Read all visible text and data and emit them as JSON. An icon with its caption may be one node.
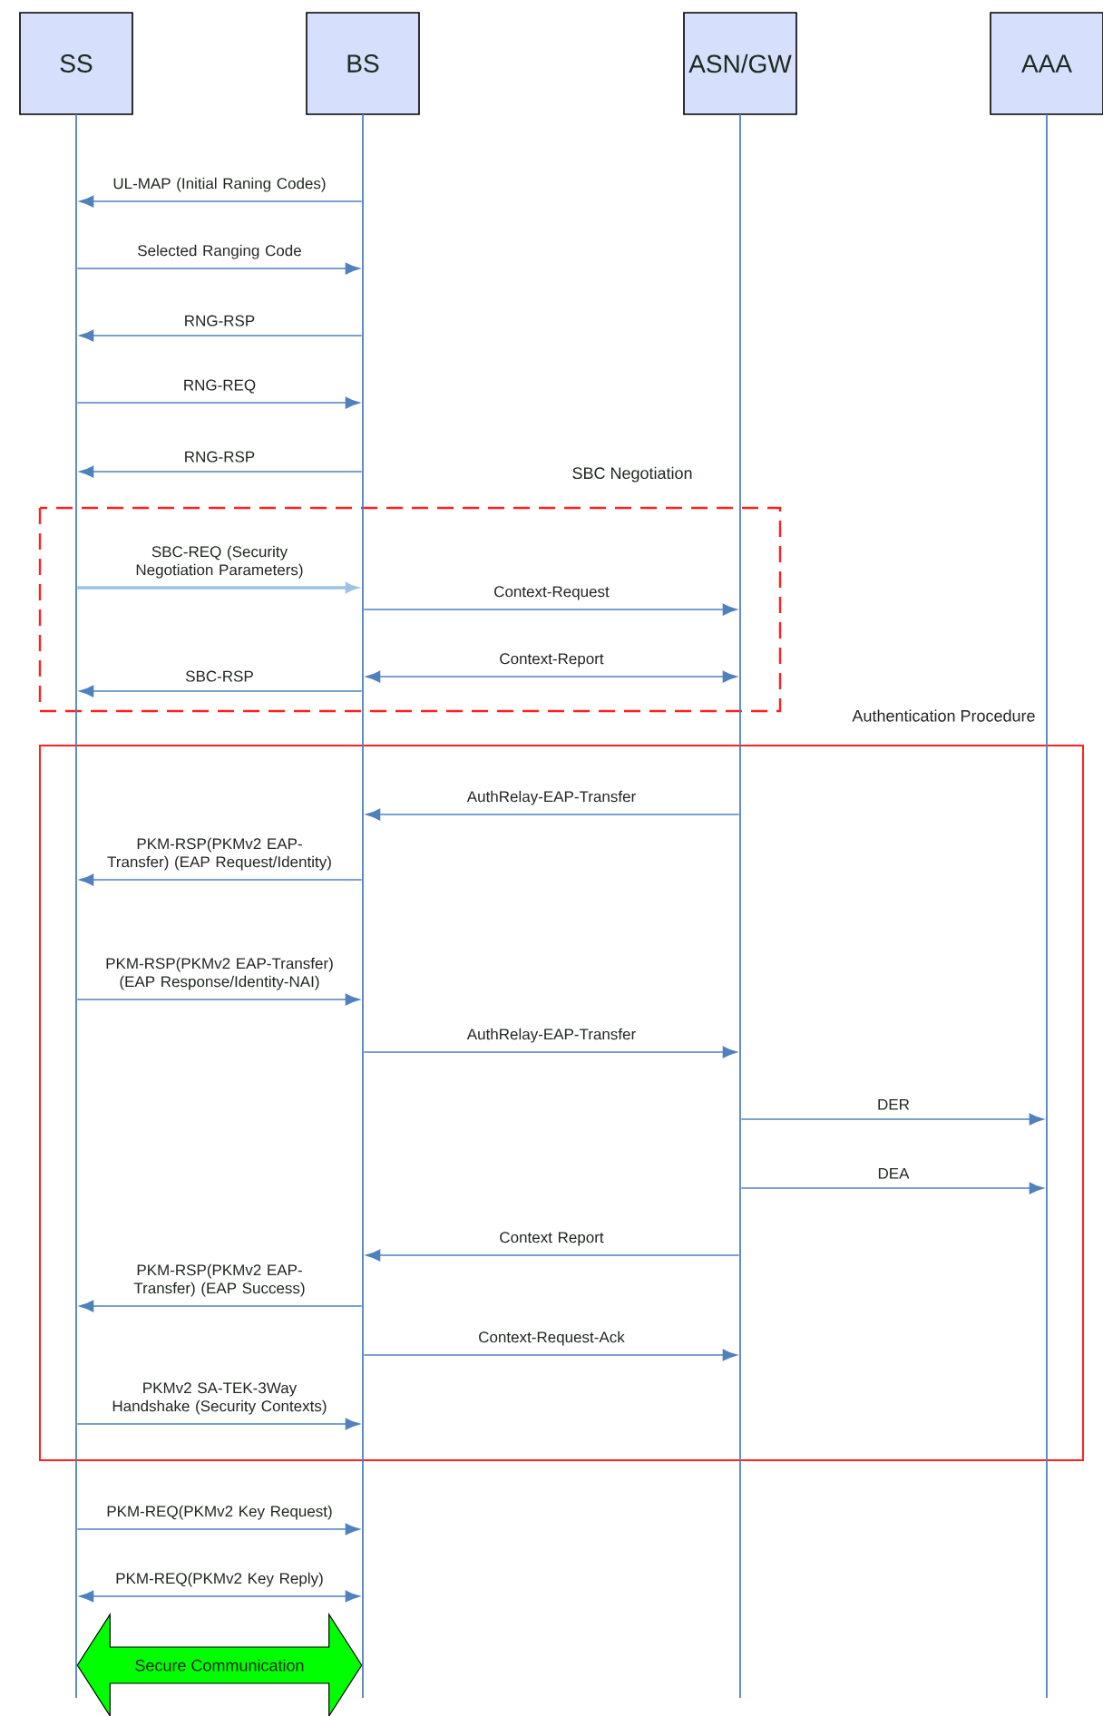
{
  "diagram": {
    "nodes": [
      {
        "text": [
          "SS"
        ]
      },
      {
        "text": [
          "BS"
        ]
      },
      {
        "text": [
          "ASN/GW"
        ]
      },
      {
        "text": [
          "AAA"
        ]
      },
      {
        "text": [],
        "shape": "bar"
      },
      {
        "text": [],
        "shape": "bar"
      },
      {
        "text": [],
        "shape": "bar"
      },
      {
        "text": [],
        "shape": "bar"
      }
    ],
    "edges": [
      {
        "from": 5,
        "to": 4,
        "arrow": "to",
        "label": "UL-MAP (Initial Raning Codes)"
      },
      {
        "from": 4,
        "to": 5,
        "arrow": "to",
        "label": "Selected Ranging Code"
      },
      {
        "from": 5,
        "to": 4,
        "arrow": "to",
        "label": "RNG-RSP"
      },
      {
        "from": 4,
        "to": 5,
        "arrow": "to",
        "label": "RNG-REQ"
      },
      {
        "from": 5,
        "to": 4,
        "arrow": "to",
        "label": "RNG-RSP"
      },
      {
        "from": 4,
        "to": 5,
        "arrow": "to",
        "label": "SBC-REQ (Security Negotiation Parameters)",
        "color": "#9dc3e6"
      },
      {
        "from": 5,
        "to": 6,
        "arrow": "to",
        "label": "Context-Request"
      },
      {
        "from": 5,
        "to": 6,
        "arrow": "both",
        "label": "Context-Report"
      },
      {
        "from": 5,
        "to": 4,
        "arrow": "to",
        "label": "SBC-RSP"
      },
      {
        "from": 6,
        "to": 5,
        "arrow": "to",
        "label": "AuthRelay-EAP-Transfer"
      },
      {
        "from": 5,
        "to": 4,
        "arrow": "to",
        "label": "PKM-RSP(PKMv2 EAP-Transfer) (EAP Request/Identity)"
      },
      {
        "from": 4,
        "to": 5,
        "arrow": "to",
        "label": "PKM-RSP(PKMv2 EAP-Transfer) (EAP Response/Identity-NAI)"
      },
      {
        "from": 5,
        "to": 6,
        "arrow": "to",
        "label": "AuthRelay-EAP-Transfer"
      },
      {
        "from": 6,
        "to": 7,
        "arrow": "to",
        "label": "DER"
      },
      {
        "from": 6,
        "to": 7,
        "arrow": "to",
        "label": "DEA"
      },
      {
        "from": 6,
        "to": 5,
        "arrow": "to",
        "label": "Context Report"
      },
      {
        "from": 5,
        "to": 4,
        "arrow": "to",
        "label": "PKM-RSP(PKMv2 EAP-Transfer) (EAP Success)"
      },
      {
        "from": 5,
        "to": 6,
        "arrow": "to",
        "label": "Context-Request-Ack"
      },
      {
        "from": 4,
        "to": 5,
        "arrow": "to",
        "label": "PKMv2 SA-TEK-3Way Handshake (Security Contexts)"
      },
      {
        "from": 4,
        "to": 5,
        "arrow": "to",
        "label": "PKM-REQ(PKMv2 Key Request)"
      },
      {
        "from": 4,
        "to": 5,
        "arrow": "both",
        "label": "PKM-REQ(PKMv2 Key Reply)"
      },
      {
        "from": 4,
        "to": 5,
        "arrow": "both",
        "label": "Secure Communication",
        "style": "thick",
        "color": "#00ff00"
      }
    ],
    "labels": [
      "SBC Negotiation",
      "Authentication Procedure"
    ]
  }
}
